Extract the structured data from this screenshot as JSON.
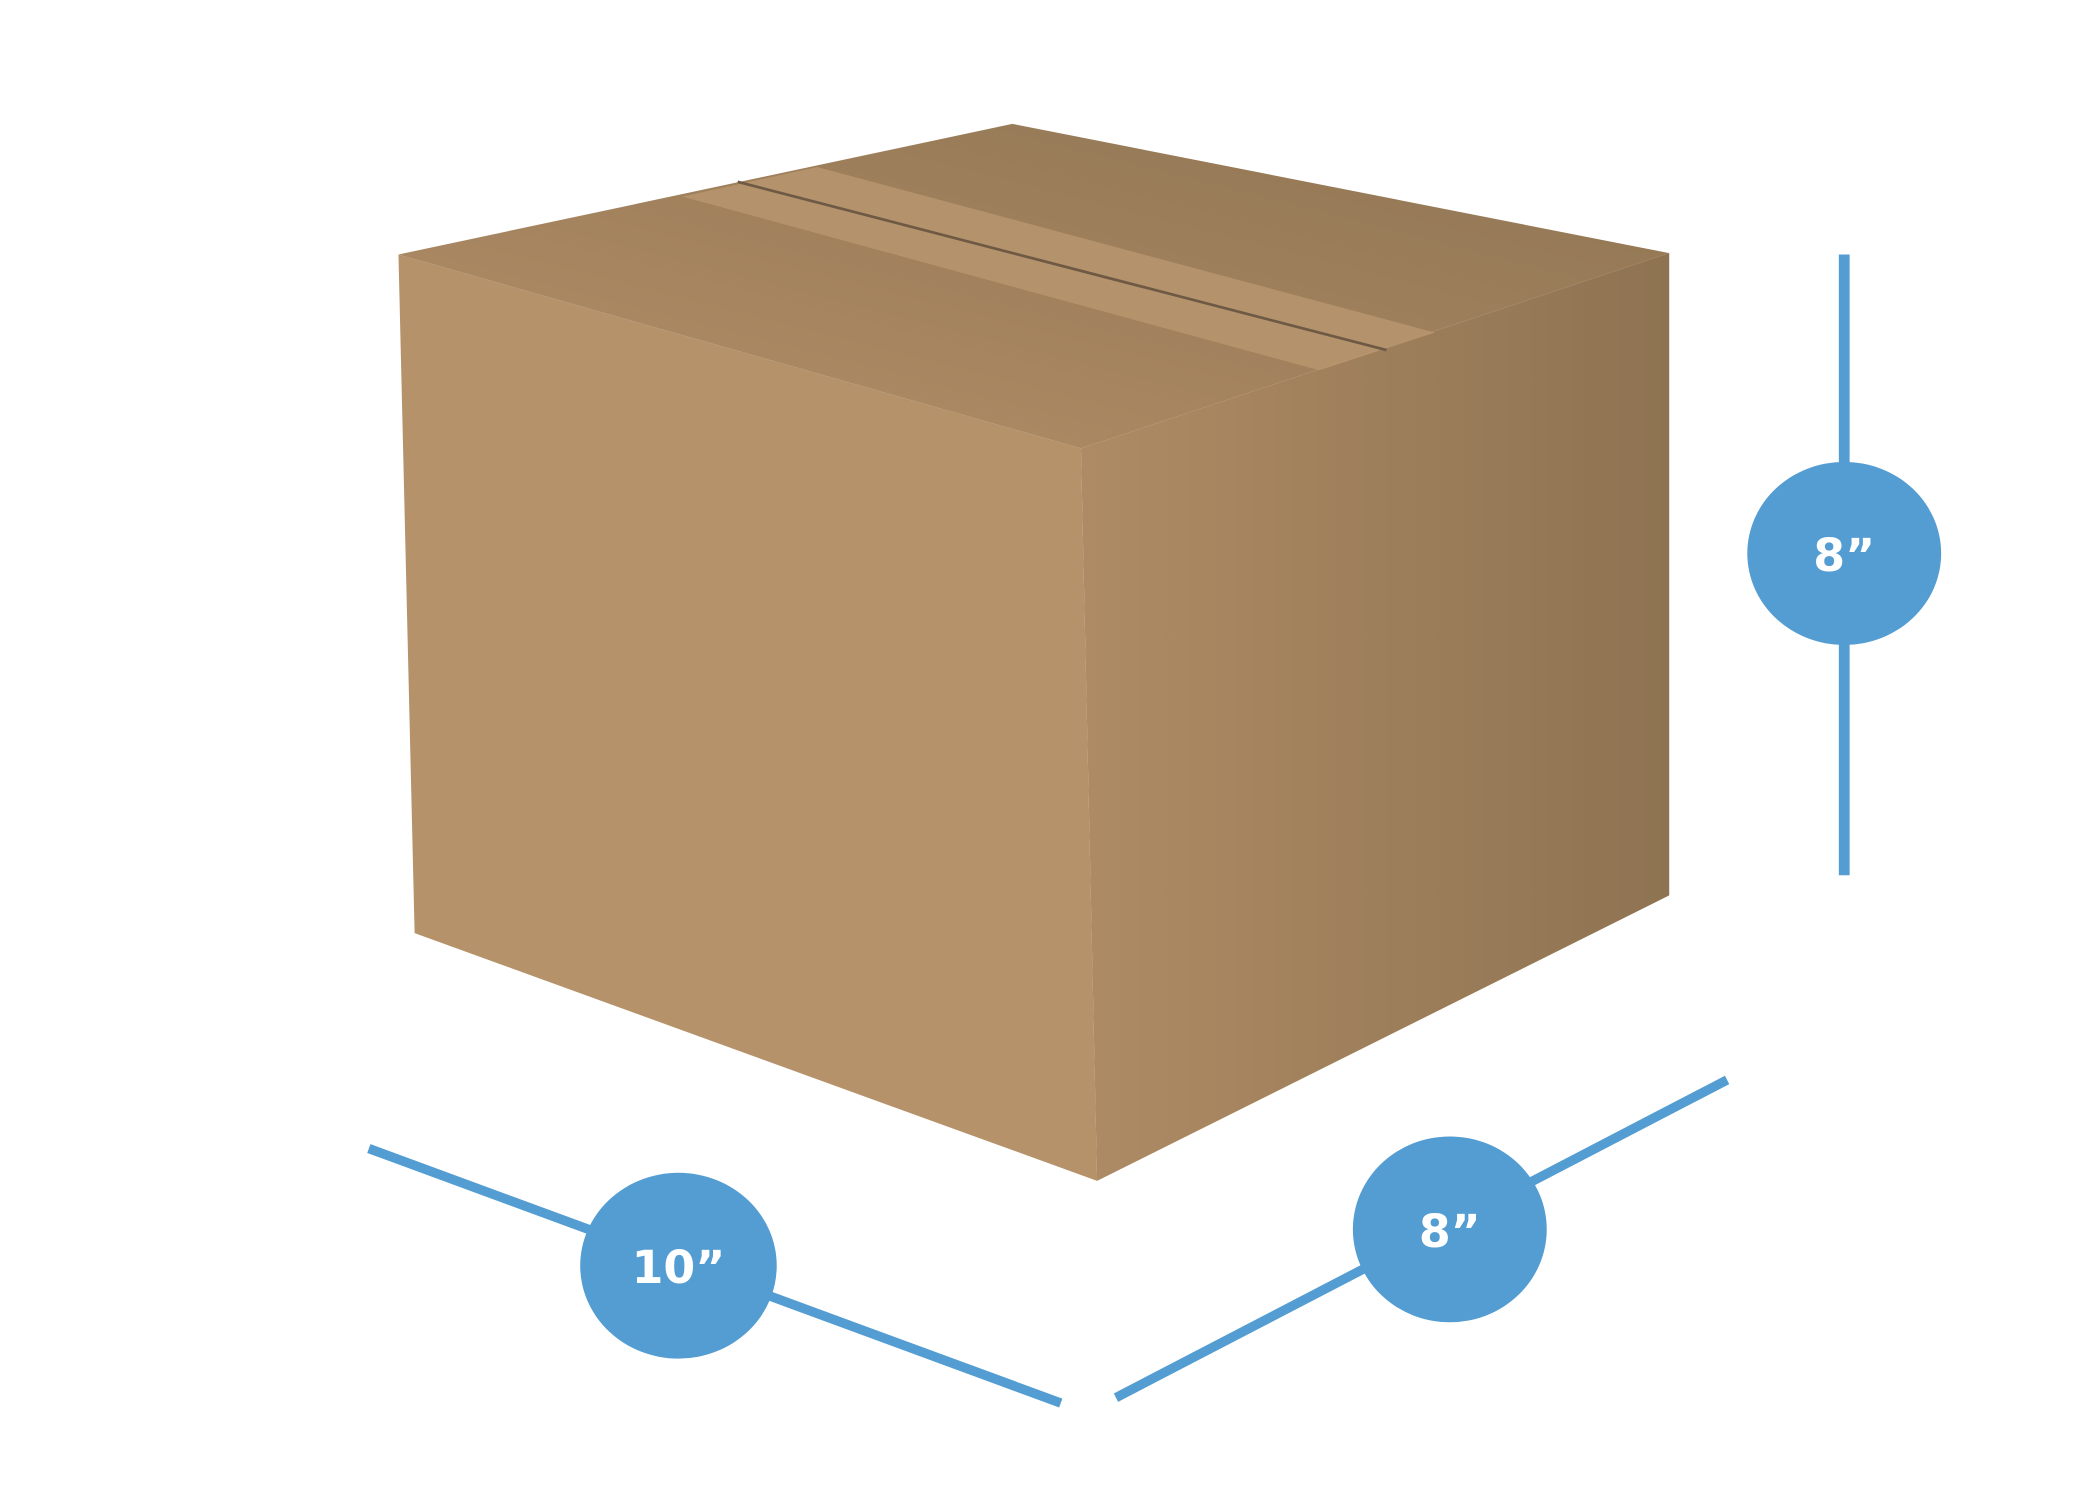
{
  "diagram": {
    "subject": "cardboard-box",
    "colors": {
      "accent": "#539dd2",
      "box_front": "#b5926a",
      "box_top": "#a6835d",
      "box_side_light": "#ae8b64",
      "box_side_dark": "#8e7352",
      "tape": "#bb9870",
      "tape_line": "#6e5a44"
    },
    "dimensions": {
      "height": {
        "label": "8”"
      },
      "length": {
        "label": "10”"
      },
      "width": {
        "label": "8”"
      }
    }
  }
}
